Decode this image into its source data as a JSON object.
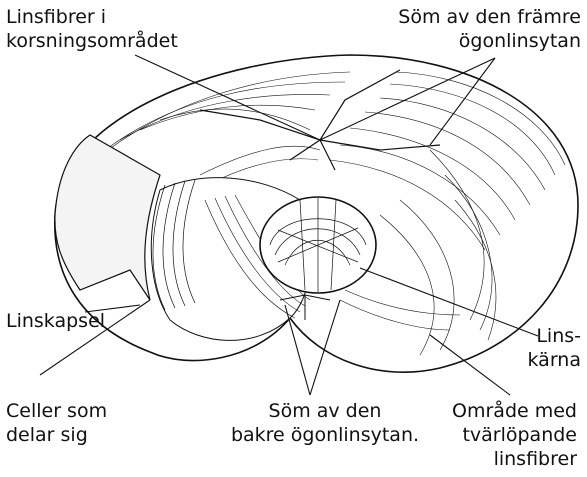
{
  "labels": {
    "crossing_fibers": [
      "Linsfibrer i",
      "korsningsområdet"
    ],
    "anterior_suture": [
      "Söm av den främre",
      "ögonlinsytan"
    ],
    "capsule": "Linskapsel",
    "nucleus": [
      "Lins-",
      "kärna"
    ],
    "dividing_cells": [
      "Celler som",
      "delar sig"
    ],
    "posterior_suture": [
      "Söm av den",
      "bakre ögonlinsytan."
    ],
    "transverse_fibers": [
      "Område med",
      "tvärlöpande",
      "linsfibrer"
    ]
  },
  "colors": {
    "ink": "#111111",
    "paper": "#ffffff",
    "tissue": "#f4f4f4"
  }
}
